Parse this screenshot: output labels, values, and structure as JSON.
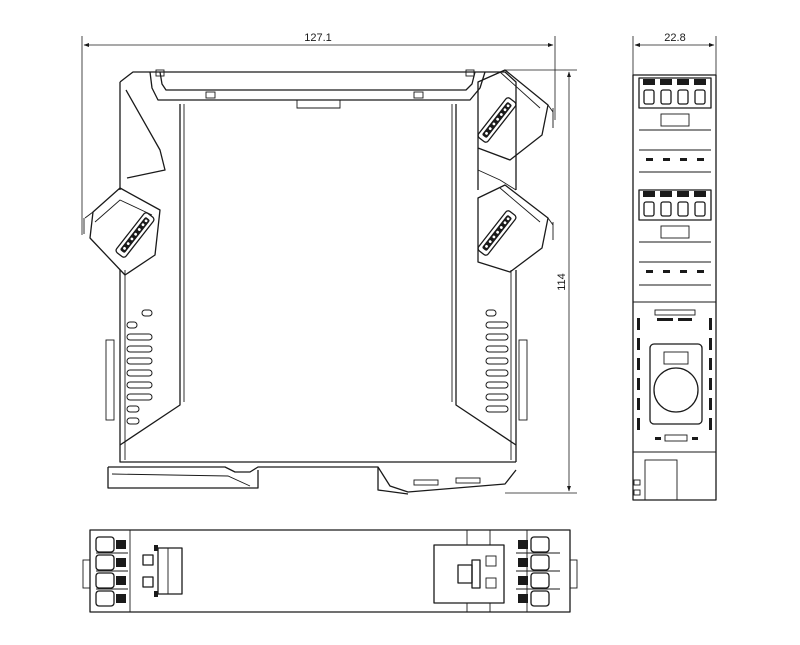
{
  "dimensions": {
    "width": "127.1",
    "depth": "22.8",
    "height": "114"
  },
  "colors": {
    "line": "#1a1a1a",
    "background": "#ffffff"
  }
}
